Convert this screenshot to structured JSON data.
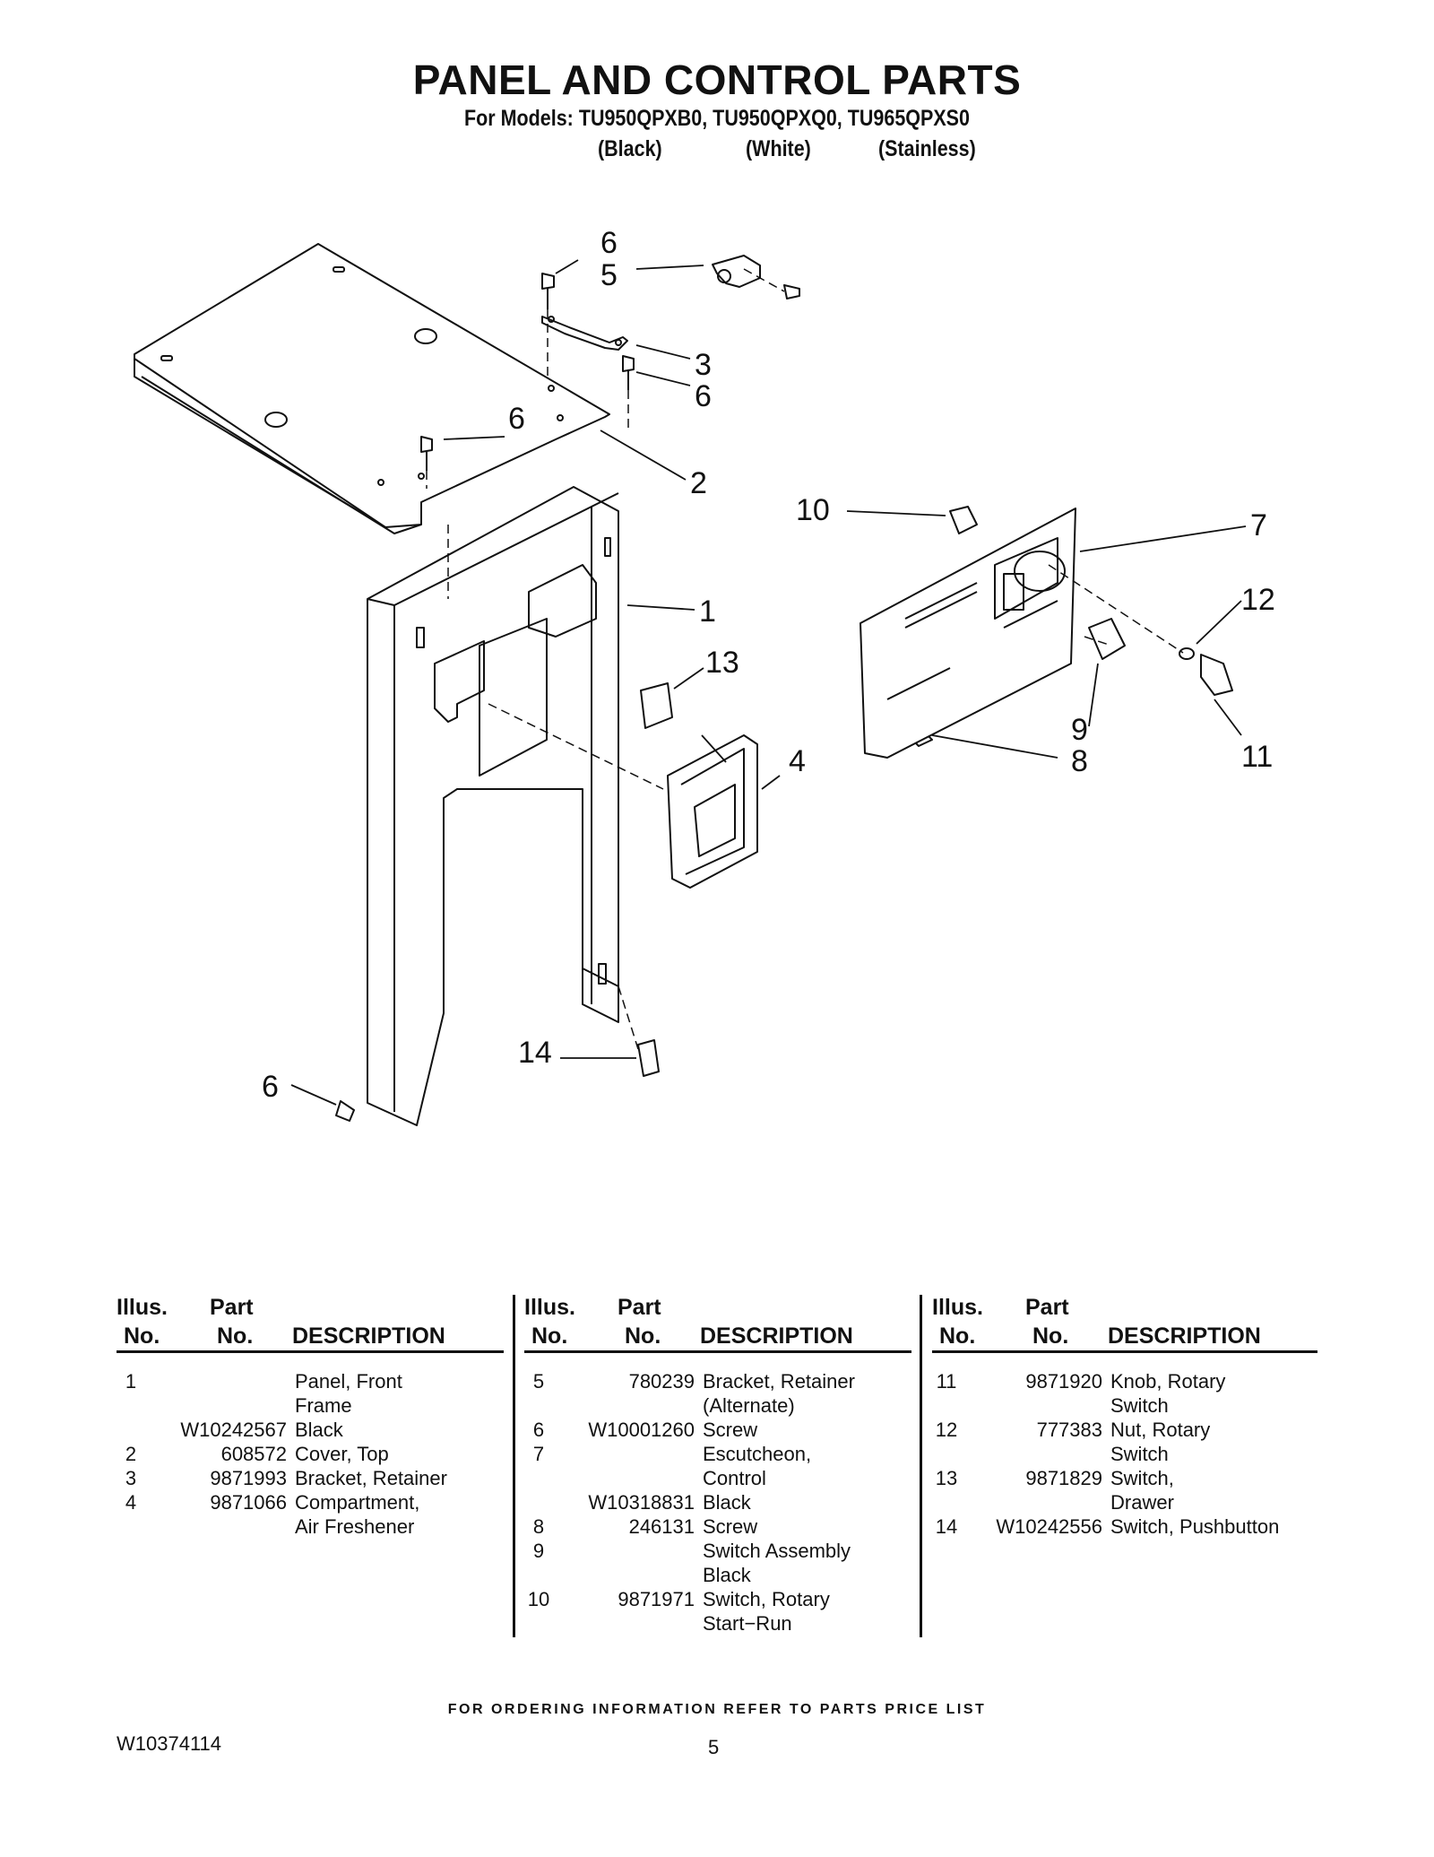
{
  "header": {
    "title": "PANEL AND CONTROL PARTS",
    "models": "For Models: TU950QPXB0, TU950QPXQ0, TU965QPXS0",
    "colors": [
      "(Black)",
      "(White)",
      "(Stainless)"
    ]
  },
  "diagram": {
    "callouts": [
      "6",
      "5",
      "3",
      "6",
      "6",
      "2",
      "1",
      "13",
      "4",
      "10",
      "7",
      "12",
      "9",
      "8",
      "11",
      "14",
      "6"
    ]
  },
  "parts_table": {
    "headers": {
      "illus_1": "Illus.",
      "illus_2": "No.",
      "part_1": "Part",
      "part_2": "No.",
      "description": "DESCRIPTION"
    },
    "columns": [
      [
        {
          "illus": "1",
          "part": "",
          "description": "Panel, Front"
        },
        {
          "illus": "",
          "part": "",
          "description": "Frame"
        },
        {
          "illus": "",
          "part": "W10242567",
          "description": "Black"
        },
        {
          "illus": "2",
          "part": "608572",
          "description": "Cover, Top"
        },
        {
          "illus": "3",
          "part": "9871993",
          "description": "Bracket, Retainer"
        },
        {
          "illus": "4",
          "part": "9871066",
          "description": "Compartment,"
        },
        {
          "illus": "",
          "part": "",
          "description": "Air Freshener"
        }
      ],
      [
        {
          "illus": "5",
          "part": "780239",
          "description": "Bracket, Retainer"
        },
        {
          "illus": "",
          "part": "",
          "description": "(Alternate)"
        },
        {
          "illus": "6",
          "part": "W10001260",
          "description": "Screw"
        },
        {
          "illus": "7",
          "part": "",
          "description": "Escutcheon,"
        },
        {
          "illus": "",
          "part": "",
          "description": "Control"
        },
        {
          "illus": "",
          "part": "W10318831",
          "description": "Black"
        },
        {
          "illus": "8",
          "part": "246131",
          "description": "Screw"
        },
        {
          "illus": "9",
          "part": "",
          "description": "Switch Assembly"
        },
        {
          "illus": "",
          "part": "",
          "description": "Black"
        },
        {
          "illus": "10",
          "part": "9871971",
          "description": "Switch, Rotary"
        },
        {
          "illus": "",
          "part": "",
          "description": "Start−Run"
        }
      ],
      [
        {
          "illus": "11",
          "part": "9871920",
          "description": "Knob, Rotary"
        },
        {
          "illus": "",
          "part": "",
          "description": "Switch"
        },
        {
          "illus": "12",
          "part": "777383",
          "description": "Nut, Rotary"
        },
        {
          "illus": "",
          "part": "",
          "description": "Switch"
        },
        {
          "illus": "13",
          "part": "9871829",
          "description": "Switch,"
        },
        {
          "illus": "",
          "part": "",
          "description": "Drawer"
        },
        {
          "illus": "14",
          "part": "W10242556",
          "description": "Switch, Pushbutton"
        }
      ]
    ]
  },
  "footer": {
    "ordering_note": "FOR ORDERING INFORMATION REFER TO PARTS PRICE LIST",
    "doc_number": "W10374114",
    "page_number": "5"
  }
}
